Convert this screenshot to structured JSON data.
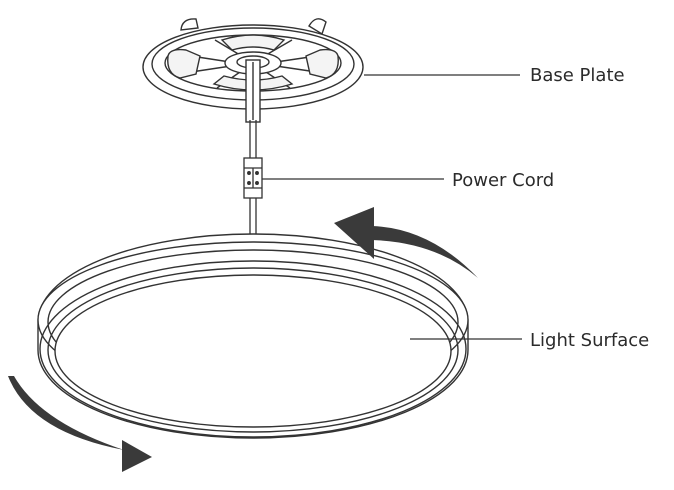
{
  "labels": {
    "base_plate": "Base Plate",
    "power_cord": "Power Cord",
    "light_surface": "Light Surface"
  },
  "colors": {
    "line": "#333333",
    "arrow": "#3a3a3a",
    "background": "#ffffff"
  }
}
